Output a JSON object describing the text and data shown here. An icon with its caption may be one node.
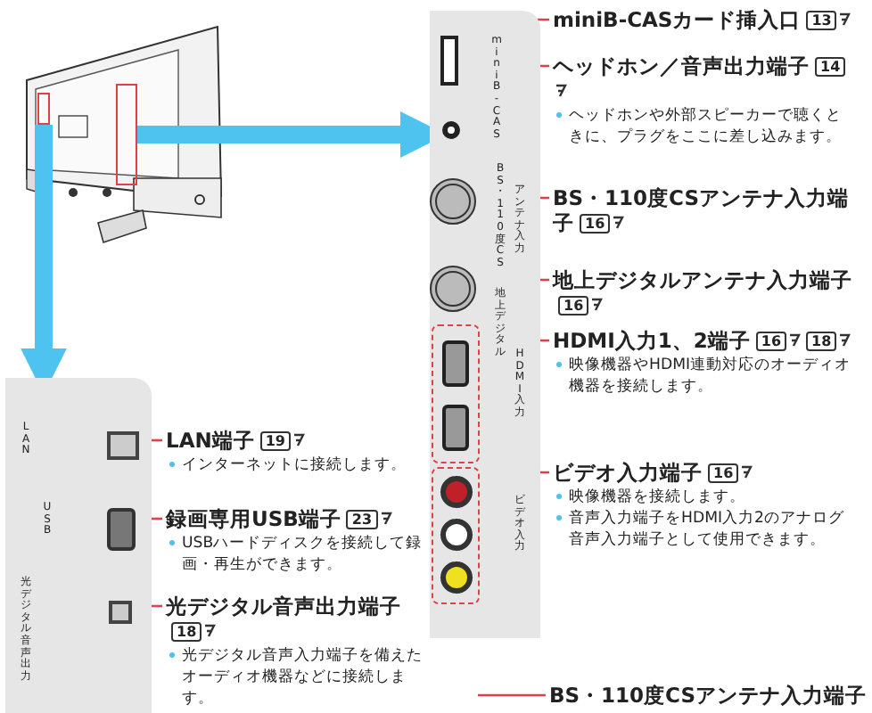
{
  "diagram": {
    "nodes": [
      {
        "text": [],
        "shape": "box"
      },
      {
        "text": [],
        "shape": "box"
      },
      {
        "text": [],
        "shape": "box"
      },
      {
        "text": [],
        "shape": "box"
      },
      {
        "text": [],
        "shape": "box",
        "in": 2
      },
      {
        "text": [],
        "shape": "circle",
        "in": 2
      },
      {
        "text": [],
        "shape": "circle",
        "in": 2
      },
      {
        "text": [],
        "shape": "circle",
        "in": 2
      },
      {
        "text": [],
        "shape": "box",
        "in": 2
      },
      {
        "text": [],
        "shape": "box",
        "in": 2
      },
      {
        "text": [],
        "shape": "box",
        "in": 3
      },
      {
        "text": [],
        "shape": "box",
        "in": 3
      },
      {
        "text": [],
        "shape": "box",
        "in": 3
      },
      {
        "text": [
          "miniB-CASカード挿入口",
          "13"
        ]
      },
      {
        "text": [
          "ヘッドホン／音声出力端子",
          "14",
          "ヘッドホンや外部スピーカーで聴くときに、プラグをここに差し込みます。"
        ]
      },
      {
        "text": [
          "BS・110度CSアンテナ入力端子",
          "16"
        ]
      },
      {
        "text": [
          "地上デジタルアンテナ入力端子",
          "16"
        ]
      },
      {
        "text": [
          "HDMI入力1、2端子",
          "16",
          "18",
          "映像機器やHDMI連動対応のオーディオ機器を接続します。"
        ]
      },
      {
        "text": [
          "ビデオ入力端子",
          "16",
          "映像機器を接続します。",
          "音声入力端子をHDMI入力2のアナログ音声入力端子として使用できます。"
        ]
      },
      {
        "text": [
          "LAN端子",
          "19",
          "インターネットに接続します。"
        ]
      },
      {
        "text": [
          "録画専用USB端子",
          "23",
          "USBハードディスクを接続して録画・再生ができます。"
        ]
      },
      {
        "text": [
          "光デジタル音声出力端子",
          "18",
          "光デジタル音声入力端子を備えたオーディオ機器などに接続します。"
        ]
      },
      {
        "text": [
          "BS・110度CSアンテナ入力端子"
        ]
      }
    ],
    "edges": [
      {
        "from": 1,
        "to": 2,
        "arrow": "to",
        "style": "thick",
        "color": "#4fc3f0"
      },
      {
        "from": 0,
        "to": 3,
        "arrow": "to",
        "style": "thick",
        "color": "#4fc3f0"
      },
      {
        "from": 13,
        "to": 4,
        "arrow": "none"
      },
      {
        "from": 14,
        "to": 5,
        "arrow": "none"
      },
      {
        "from": 15,
        "to": 6,
        "arrow": "none"
      },
      {
        "from": 16,
        "to": 7,
        "arrow": "none"
      },
      {
        "from": 17,
        "to": 8,
        "arrow": "none"
      },
      {
        "from": 18,
        "to": 9,
        "arrow": "none"
      },
      {
        "from": 19,
        "to": 10,
        "arrow": "none"
      },
      {
        "from": 20,
        "to": 11,
        "arrow": "none"
      },
      {
        "from": 21,
        "to": 12,
        "arrow": "none"
      },
      {
        "from": 22,
        "to": null,
        "arrow": "none"
      }
    ],
    "labels": [
      "miniB-CAS",
      "BS・110度CS",
      "地上デジタル",
      "アンテナ入力",
      "HDMI入力",
      "ビデオ入力",
      "LAN",
      "USB",
      "光デジタル音声出力"
    ]
  }
}
